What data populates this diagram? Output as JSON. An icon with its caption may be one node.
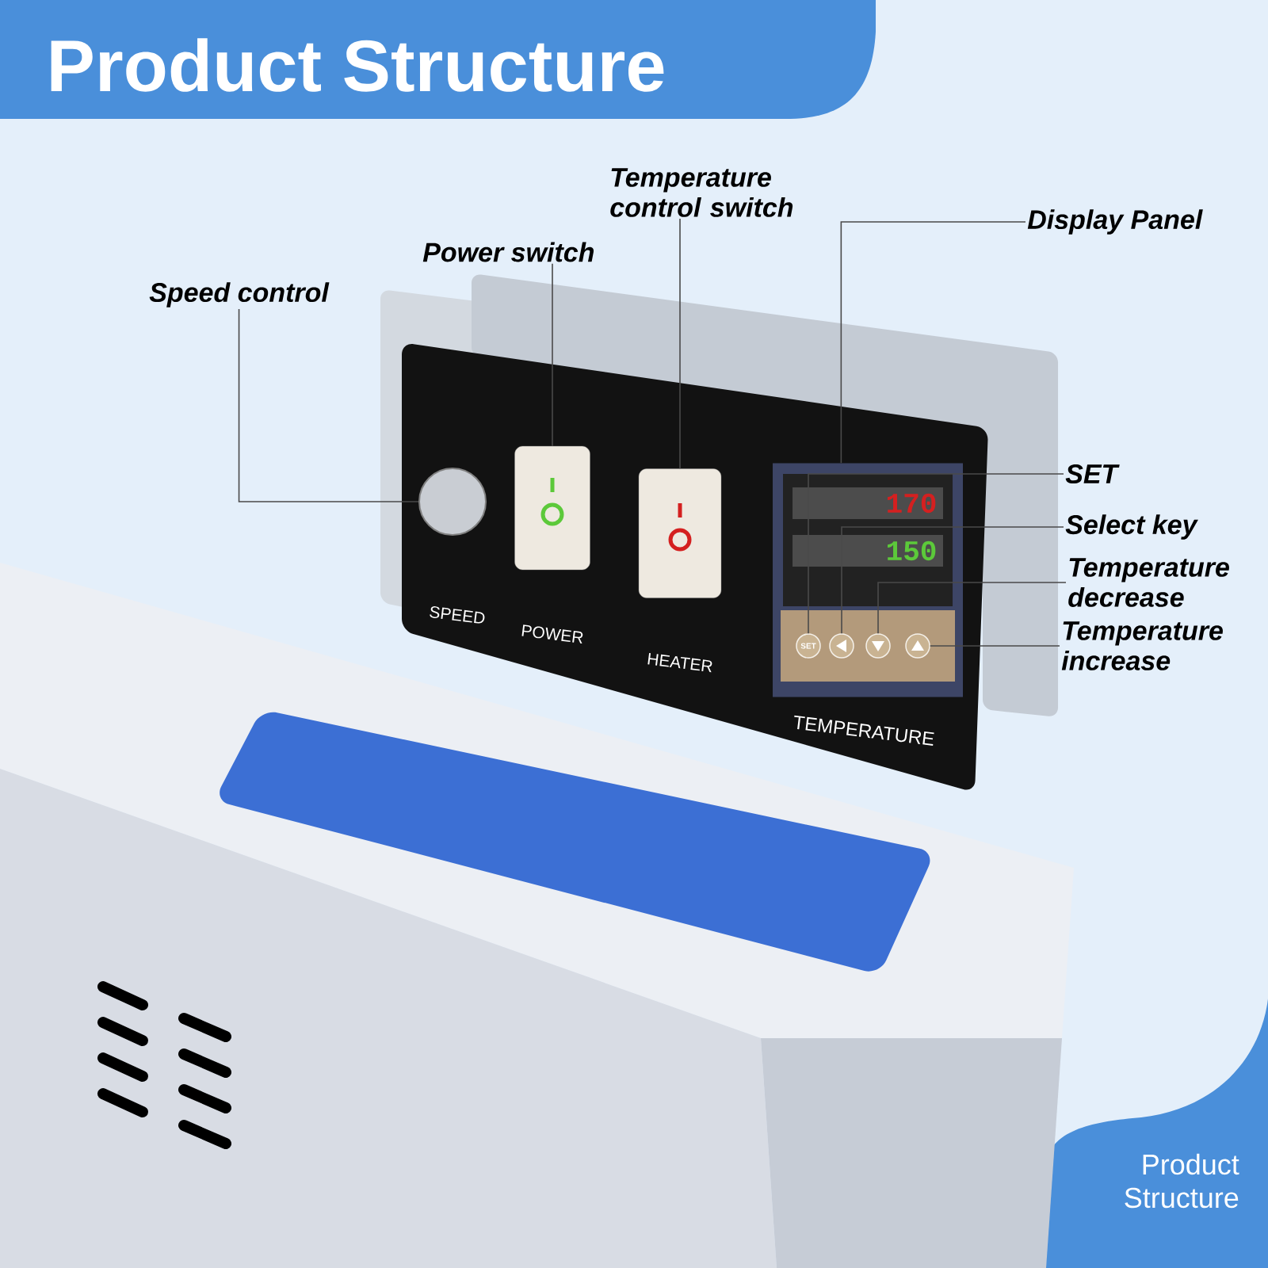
{
  "diagram": {
    "title": "Product Structure",
    "nodes": [
      {
        "text": [
          "Speed control"
        ]
      },
      {
        "text": [],
        "shape": "circle"
      },
      {
        "text": [
          "Power switch"
        ]
      },
      {
        "text": [],
        "shape": "box"
      },
      {
        "text": [
          "Temperature control switch"
        ]
      },
      {
        "text": [],
        "shape": "box"
      },
      {
        "text": [
          "Display Panel"
        ]
      },
      {
        "text": [],
        "shape": "box"
      },
      {
        "text": [
          "SET"
        ]
      },
      {
        "text": [
          "SET"
        ],
        "in": 7
      },
      {
        "text": [
          "Select key"
        ]
      },
      {
        "text": [],
        "shape": "circle",
        "in": 7
      },
      {
        "text": [
          "Temperature decrease"
        ]
      },
      {
        "text": [],
        "shape": "circle",
        "in": 7
      },
      {
        "text": [
          "Temperature increase"
        ]
      },
      {
        "text": [],
        "shape": "circle",
        "in": 7
      }
    ],
    "edges": [
      {
        "from": 0,
        "to": 1,
        "arrow": "none"
      },
      {
        "from": 2,
        "to": 3,
        "arrow": "none"
      },
      {
        "from": 4,
        "to": 5,
        "arrow": "none"
      },
      {
        "from": 6,
        "to": 7,
        "arrow": "none"
      },
      {
        "from": 8,
        "to": 9,
        "arrow": "none"
      },
      {
        "from": 10,
        "to": 11,
        "arrow": "none"
      },
      {
        "from": 12,
        "to": 13,
        "arrow": "none"
      },
      {
        "from": 14,
        "to": 15,
        "arrow": "none"
      }
    ],
    "labels": [
      "SPEED",
      "POWER",
      "HEATER",
      "170",
      "150",
      "TEMPERATURE",
      "Product Structure"
    ]
  }
}
